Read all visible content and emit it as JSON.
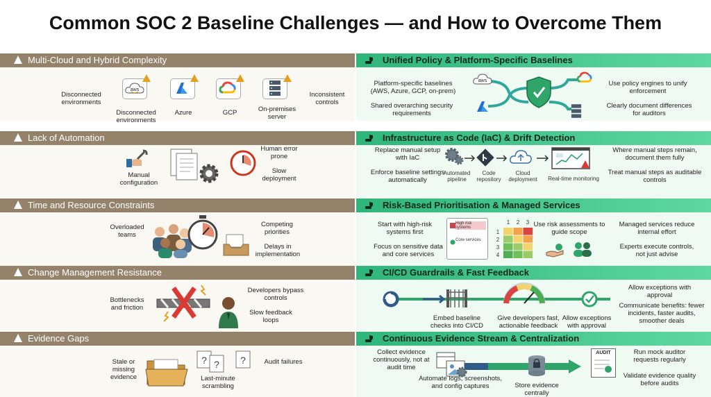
{
  "title": "Common SOC 2 Baseline Challenges — and How to Overcome Them",
  "colors": {
    "challenge_header": "#94836a",
    "solution_header": "#3cc488",
    "warning": "#e3a020",
    "danger": "#d93a34"
  },
  "rows": [
    {
      "challenge": {
        "title": "Multi-Cloud and Hybrid Complexity",
        "labels": [
          "Disconnected environments",
          "Disconnected environments",
          "Azure",
          "GCP",
          "On-premises server",
          "Inconsistent controls"
        ],
        "icons": [
          "aws-cloud-icon",
          "azure-icon",
          "gcp-icon",
          "server-icon"
        ],
        "aws_text": "aws"
      },
      "solution": {
        "title": "Unified Policy & Platform-Specific Baselines",
        "labels": [
          "Platform-specific baselines (AWS, Azure, GCP, on-prem)",
          "Shared overarching security requirements",
          "Use policy engines to unify enforcement",
          "Clearly document differences for auditors"
        ],
        "aws_text": "aws"
      }
    },
    {
      "challenge": {
        "title": "Lack of Automation",
        "labels": [
          "Manual configuration",
          "Human error prone",
          "Slow deployment"
        ]
      },
      "solution": {
        "title": "Infrastructure as Code (IaC) & Drift Detection",
        "labels": [
          "Replace manual setup with IaC",
          "Enforce baseline settings automatically",
          "Automated pipeline",
          "Code repository",
          "Cloud deployment",
          "Real-time monitoring",
          "Where manual steps remain, document them fully",
          "Treat manual steps as auditable controls"
        ]
      }
    },
    {
      "challenge": {
        "title": "Time and Resource Constraints",
        "labels": [
          "Overloaded teams",
          "Competing priorities",
          "Delays in implementation"
        ]
      },
      "solution": {
        "title": "Risk-Based Prioritisation & Managed Services",
        "labels": [
          "Start with high-risk systems first",
          "Focus on sensitive data and core services",
          "Use risk assessments to guide scope",
          "Managed services reduce internal effort",
          "Experts execute controls, not just advise"
        ],
        "card_labels": [
          "High risk systems",
          "Core services"
        ],
        "matrix_headers": [
          "1",
          "2",
          "3"
        ],
        "matrix_rows": [
          "1",
          "2",
          "3",
          "4"
        ]
      }
    },
    {
      "challenge": {
        "title": "Change Management Resistance",
        "labels": [
          "Bottlenecks and friction",
          "Developers bypass controls",
          "Slow feedback loops"
        ]
      },
      "solution": {
        "title": "CI/CD Guardrails & Fast Feedback",
        "labels": [
          "Embed baseline checks into CI/CD",
          "Give developers fast, actionable feedback",
          "Allow exceptions with approval",
          "Allow exceptions with approval",
          "Communicate benefits: fewer incidents, faster audits, smoother deals"
        ]
      }
    },
    {
      "challenge": {
        "title": "Evidence Gaps",
        "labels": [
          "Stale or missing evidence",
          "Last-minute scrambling",
          "Audit failures"
        ]
      },
      "solution": {
        "title": "Continuous Evidence Stream & Centralization",
        "labels": [
          "Collect evidence continuously, not at audit time",
          "Automate logs, screenshots, and config captures",
          "Store evidence centrally",
          "Run mock auditor requests regularly",
          "Validate evidence quality before audits"
        ],
        "audit_tag": "AUDIT"
      }
    }
  ]
}
